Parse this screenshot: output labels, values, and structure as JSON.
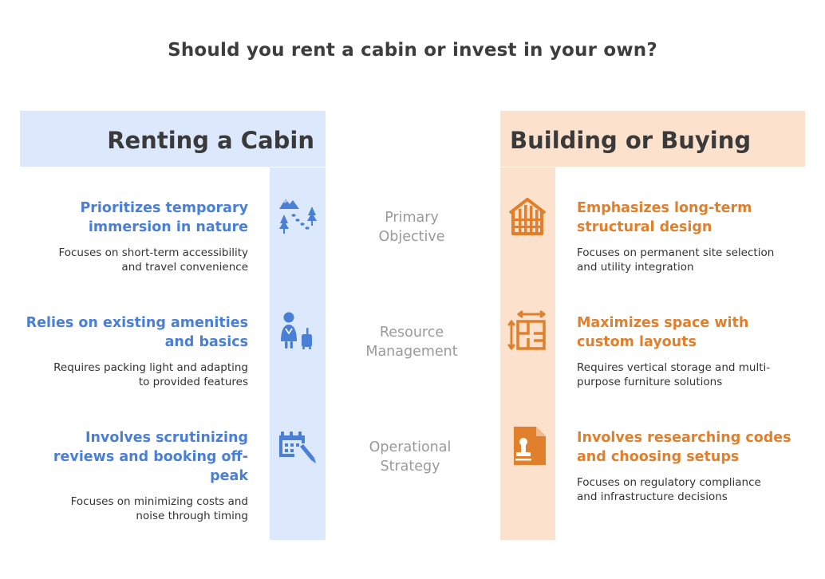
{
  "title": "Should you rent a cabin or invest in your own?",
  "left": {
    "heading": "Renting a Cabin",
    "color": "#4a7fd6",
    "band_color": "#dce8fb",
    "rows": [
      {
        "title_lines": [
          "Prioritizes temporary",
          "immersion in nature"
        ],
        "desc_lines": [
          "Focuses on short-term accessibility",
          "and travel convenience"
        ],
        "icon": "mountain-trees-icon"
      },
      {
        "title_lines": [
          "Relies on existing amenities",
          "and basics"
        ],
        "desc_lines": [
          "Requires packing light and adapting",
          "to provided features"
        ],
        "icon": "traveler-luggage-icon"
      },
      {
        "title_lines": [
          "Involves scrutinizing",
          "reviews and booking off-",
          "peak"
        ],
        "desc_lines": [
          "Focuses on minimizing costs and",
          "noise through timing"
        ],
        "icon": "calendar-pen-icon"
      }
    ]
  },
  "right": {
    "heading": "Building or Buying",
    "color": "#e07f2c",
    "band_color": "#fce2cc",
    "rows": [
      {
        "title_lines": [
          "Emphasizes long-term",
          "structural design"
        ],
        "desc_lines": [
          "Focuses on permanent site selection",
          "and utility integration"
        ],
        "icon": "cabin-frame-icon"
      },
      {
        "title_lines": [
          "Maximizes space with",
          "custom layouts"
        ],
        "desc_lines": [
          "Requires vertical storage and multi-",
          "purpose furniture solutions"
        ],
        "icon": "floor-plan-icon"
      },
      {
        "title_lines": [
          "Involves researching codes",
          "and choosing setups"
        ],
        "desc_lines": [
          "Focuses on regulatory compliance",
          "and infrastructure decisions"
        ],
        "icon": "document-stamp-icon"
      }
    ]
  },
  "criteria": [
    {
      "lines": [
        "Primary",
        "Objective"
      ]
    },
    {
      "lines": [
        "Resource",
        "Management"
      ]
    },
    {
      "lines": [
        "Operational",
        "Strategy"
      ]
    }
  ]
}
